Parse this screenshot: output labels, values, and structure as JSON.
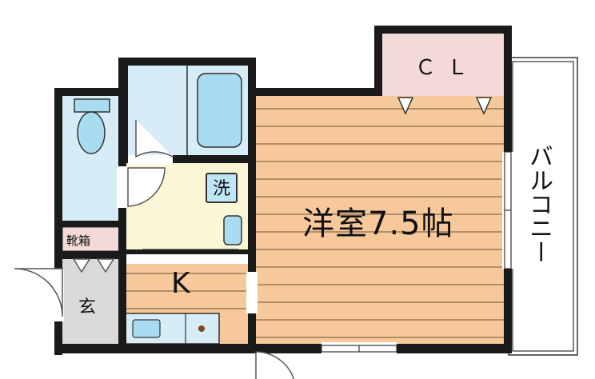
{
  "rooms": {
    "western": "洋室7.5帖",
    "kitchen": "K",
    "entrance": "玄",
    "shoe_cabinet": "靴箱",
    "closet": "ＣＬ",
    "balcony": "バルコニー",
    "washer": "洗"
  },
  "colors": {
    "wall": "#1a1a1a",
    "floor_wood": "#f7c99a",
    "floor_grain": "#8a6a4a",
    "wet_area": "#d6ecf7",
    "fixture": "#a9dcf0",
    "kitchen_floor_light": "#fbf6d6",
    "entrance": "#d9d9d9",
    "closet": "#f4d9d9",
    "shoe_cabinet": "#f4d9d9",
    "door_swing": "#555555"
  }
}
